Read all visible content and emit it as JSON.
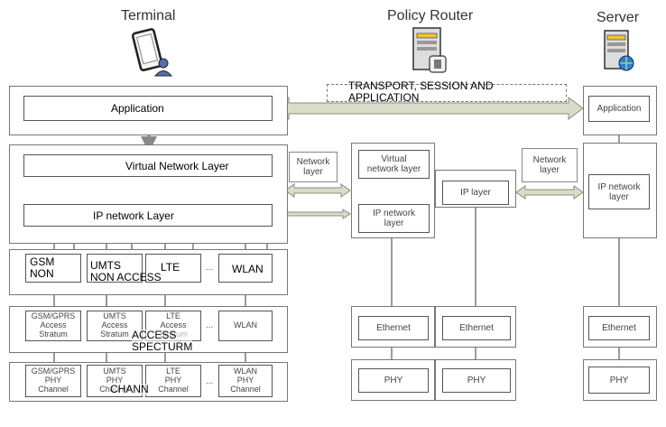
{
  "headings": {
    "terminal": "Terminal",
    "policy_router": "Policy Router",
    "server": "Server"
  },
  "terminal": {
    "application": "Application",
    "virtual_network_layer": "Virtual Network Layer",
    "ip_network_layer": "IP network Layer",
    "access_labels": {
      "gsm": "GSM\nNON",
      "umts": "UMTS\nNON ACCESS",
      "lte": "LTE",
      "wlan": "WLAN"
    },
    "stratum_labels": {
      "gsm": "GSM/GPRS\nAccess\nStratum",
      "umts": "UMTS\nAccess\nStratum",
      "lte": "LTE\nAccess\nStratum",
      "wlan": "WLAN"
    },
    "access_spectrum": "ACCESS\nSPECTURM",
    "phy_labels": {
      "gsm": "GSM/GPRS\nPHY\nChannel",
      "umts": "UMTS\nPHY\nChannel",
      "lte": "LTE\nPHY\nChannel",
      "wlan": "WLAN\nPHY\nChannel"
    },
    "chann": "CHANN",
    "ellipsis": "..."
  },
  "transport": "TRANSPORT, SESSION AND\nAPPLICATION",
  "network_layer_left": "Network\nlayer",
  "network_layer_right": "Network\nlayer",
  "router": {
    "virtual_network_layer": "Virtual\nnetwork layer",
    "ip_network_layer": "IP network\nlayer",
    "ip_layer": "IP layer",
    "ethernet_1": "Ethernet",
    "ethernet_2": "Ethernet",
    "phy_1": "PHY",
    "phy_2": "PHY"
  },
  "server": {
    "application": "Application",
    "ip_network_layer": "IP network\nlayer",
    "ethernet": "Ethernet",
    "phy": "PHY"
  },
  "colors": {
    "arrow_fill": "#d8dcc8",
    "arrow_stroke": "#8a8f7a",
    "line": "#666666"
  }
}
